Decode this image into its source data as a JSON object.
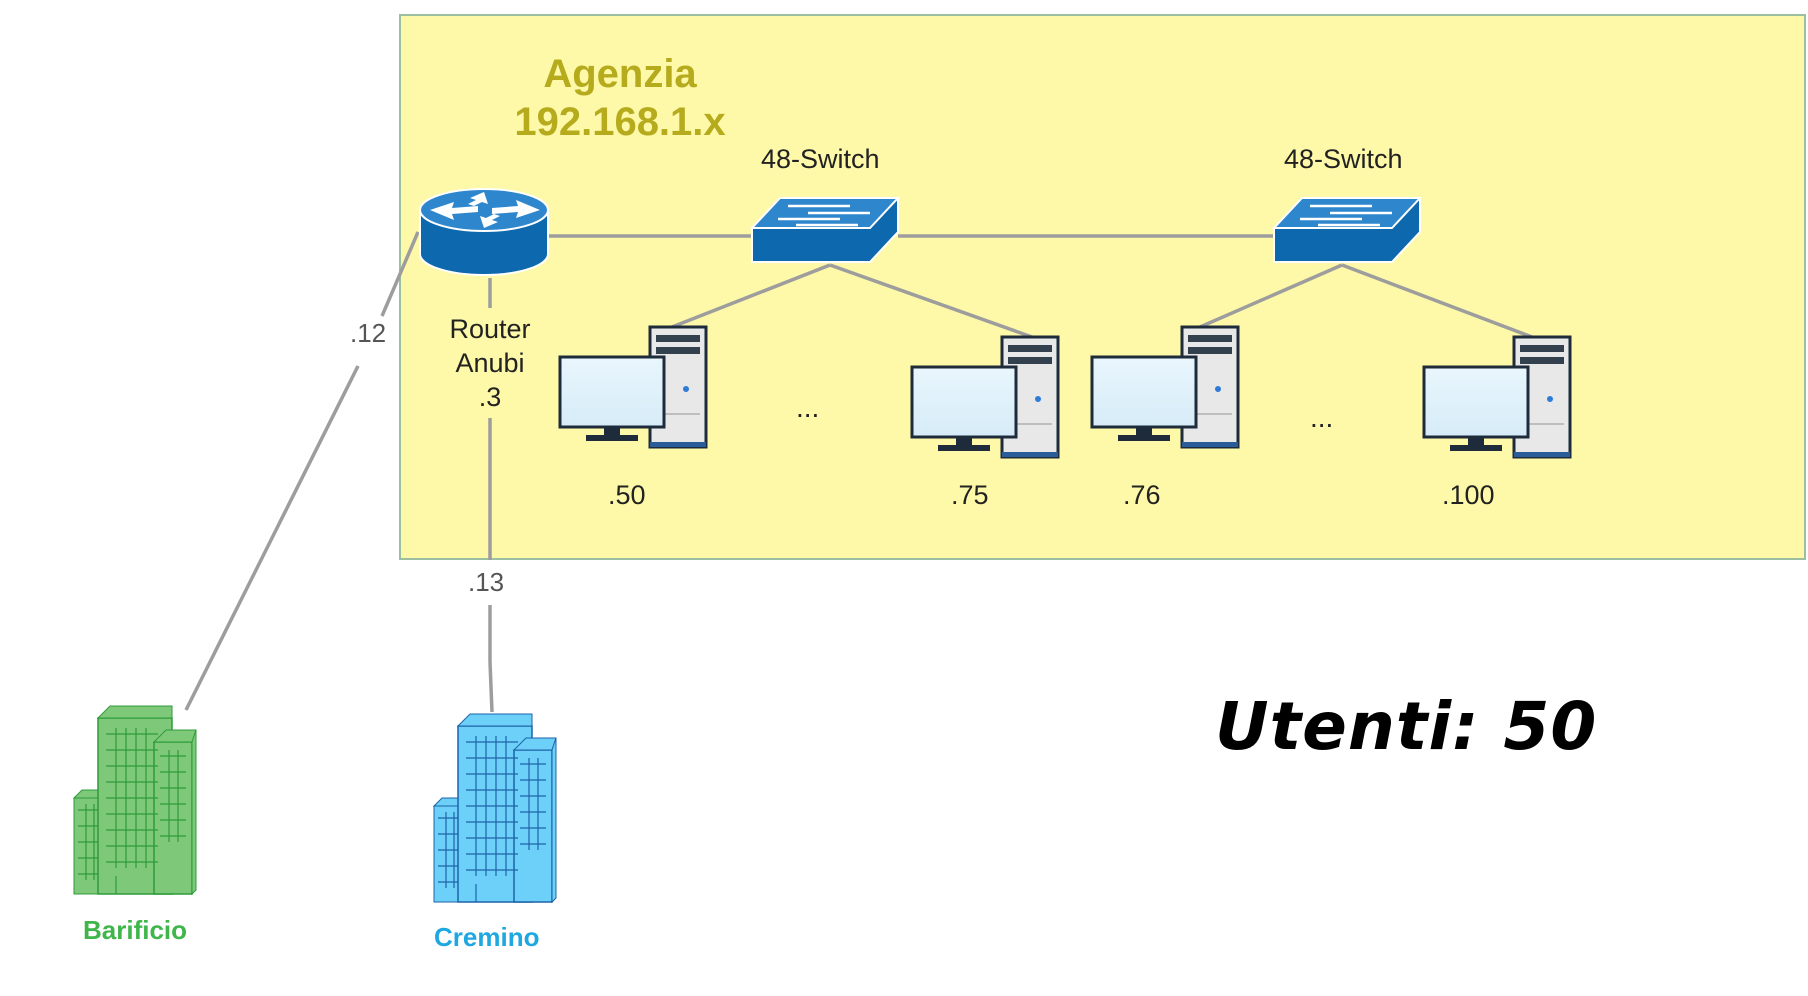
{
  "zone": {
    "name": "Agenzia",
    "subnet": "192.168.1.x",
    "fill": "#fef9a8",
    "border": "#9bbfa0",
    "title_color": "#b5ab1c"
  },
  "router": {
    "line1": "Router",
    "line2": "Anubi",
    "ip": ".3",
    "icon": "router-icon"
  },
  "switches": [
    {
      "label": "48-Switch",
      "icon": "switch-icon"
    },
    {
      "label": "48-Switch",
      "icon": "switch-icon"
    }
  ],
  "hosts": [
    {
      "ip": ".50"
    },
    {
      "ip": ".75"
    },
    {
      "ip": ".76"
    },
    {
      "ip": ".100"
    }
  ],
  "ellipsis": [
    "...",
    "..."
  ],
  "links": {
    "barificio_ip": ".12",
    "cremino_ip": ".13"
  },
  "sites": [
    {
      "name": "Barificio",
      "color": "#3fb54a",
      "icon": "building-icon"
    },
    {
      "name": "Cremino",
      "color": "#1fa8e0",
      "icon": "building-icon"
    }
  ],
  "users": "Utenti: 50"
}
